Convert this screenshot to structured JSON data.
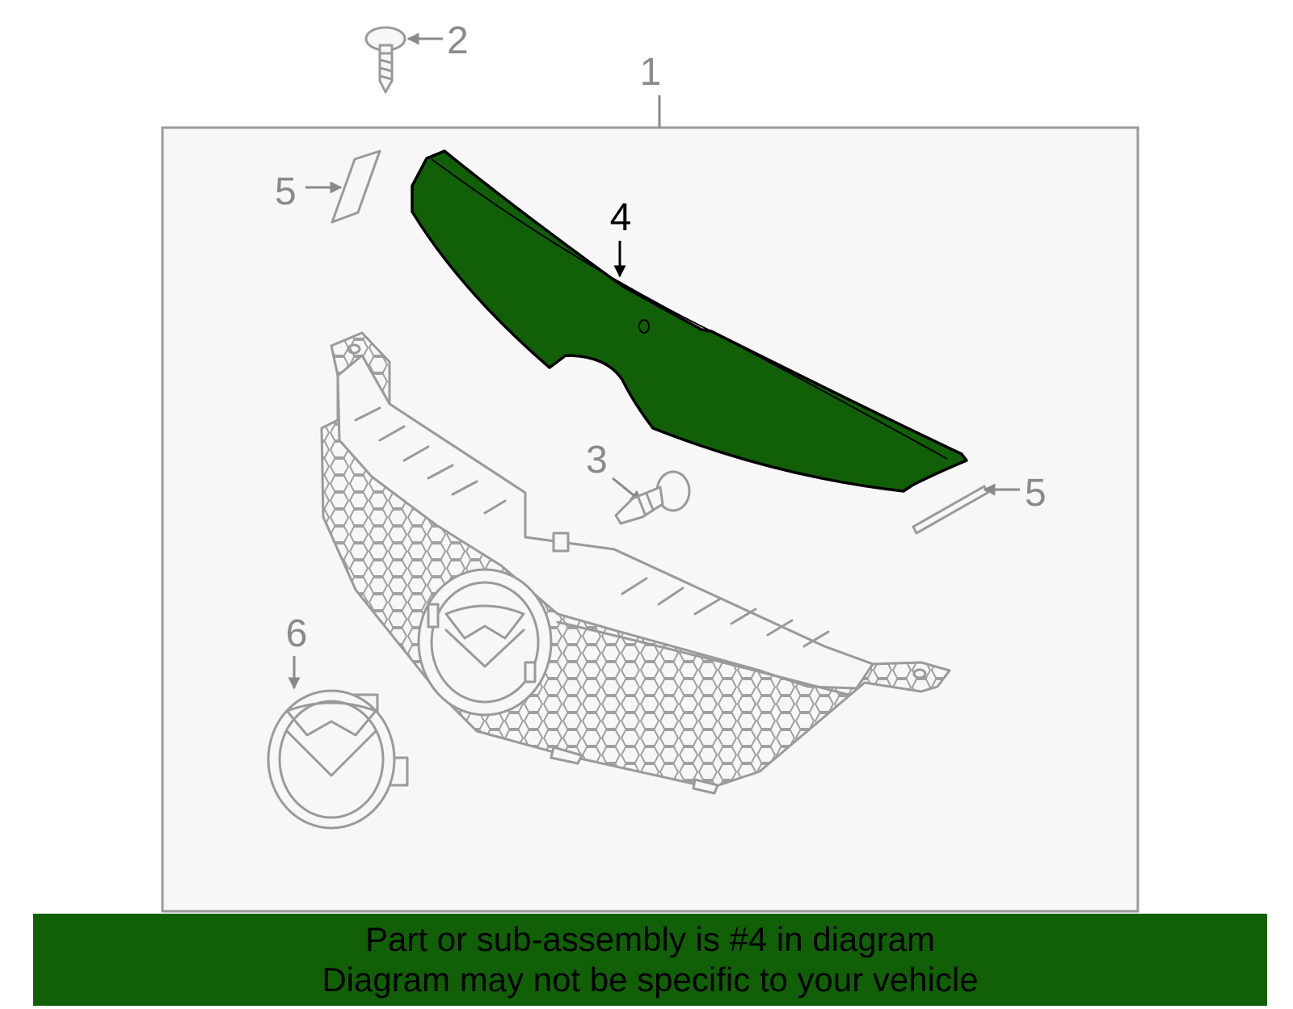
{
  "diagram": {
    "highlight_color": "#116008",
    "callouts": [
      {
        "id": "1",
        "label": "1"
      },
      {
        "id": "2",
        "label": "2"
      },
      {
        "id": "3",
        "label": "3"
      },
      {
        "id": "4",
        "label": "4"
      },
      {
        "id": "5a",
        "label": "5"
      },
      {
        "id": "5b",
        "label": "5"
      },
      {
        "id": "6",
        "label": "6"
      }
    ],
    "highlighted_part": "4"
  },
  "footer": {
    "line1": "Part or sub-assembly is #4 in diagram",
    "line2": "Diagram may not be specific to your vehicle"
  }
}
